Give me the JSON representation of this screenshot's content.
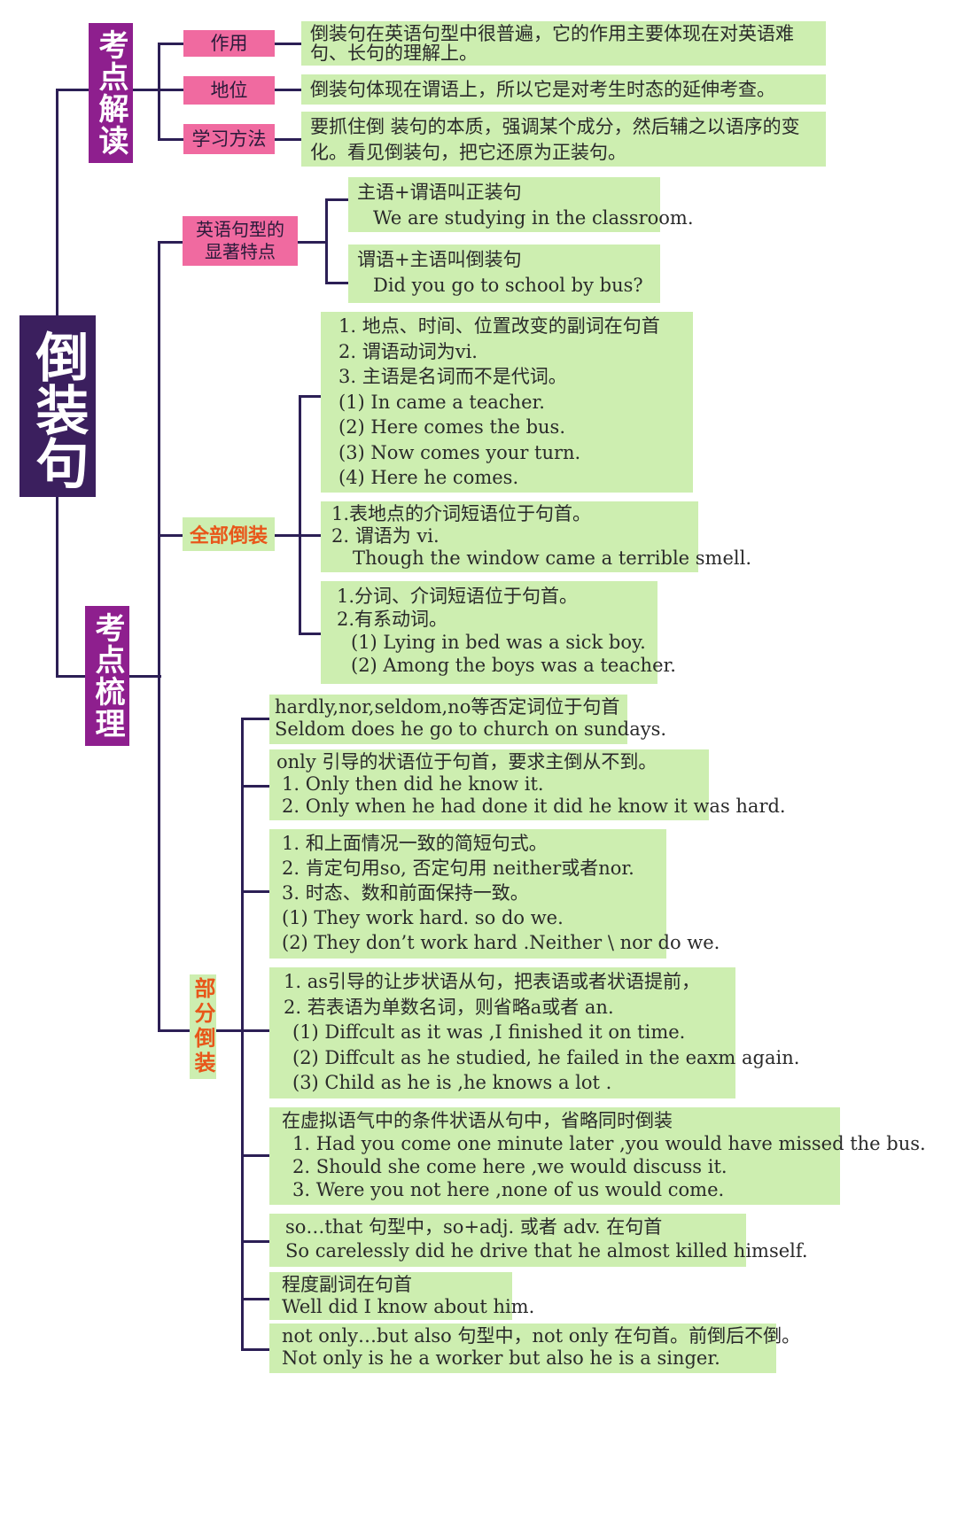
{
  "root": {
    "label": "倒装句"
  },
  "section1": {
    "title": "考点解读",
    "items": [
      {
        "label": "作用",
        "text": [
          "倒装句在英语句型中很普遍，它的作用主要体现在对英语难",
          "句、长句的理解上。"
        ]
      },
      {
        "label": "地位",
        "text": [
          "倒装句体现在谓语上，所以它是对考生时态的延伸考查。"
        ]
      },
      {
        "label": "学习方法",
        "text": [
          "要抓住倒 装句的本质，强调某个成分，然后辅之以语序的变",
          "化。看见倒装句，把它还原为正装句。"
        ]
      }
    ]
  },
  "section2": {
    "title": "考点梳理",
    "features": {
      "label": "英语句型的显著特点",
      "boxes": [
        [
          "主语+谓语叫正装句",
          "We are studying in the classroom."
        ],
        [
          "谓语+主语叫倒装句",
          "Did you go to school by bus?"
        ]
      ]
    },
    "full": {
      "label": "全部倒装",
      "boxes": [
        [
          "1. 地点、时间、位置改变的副词在句首",
          "2. 谓语动词为vi.",
          "3. 主语是名词而不是代词。",
          "(1) In came a teacher.",
          "(2) Here comes the bus.",
          "(3) Now comes your turn.",
          "(4) Here he comes."
        ],
        [
          "1.表地点的介词短语位于句首。",
          "2. 谓语为 vi.",
          "Though the window came a terrible smell."
        ],
        [
          "1.分词、介词短语位于句首。",
          "2.有系动词。",
          "(1) Lying in bed was a sick boy.",
          "(2) Among the boys was a teacher."
        ]
      ]
    },
    "partial": {
      "label": "部分倒装",
      "boxes": [
        [
          "hardly,nor,seldom,no等否定词位于句首",
          "Seldom does he go to church on sundays."
        ],
        [
          "only 引导的状语位于句首，要求主倒从不到。",
          "1. Only then did he know it.",
          "2. Only when he had done it did he know it was hard."
        ],
        [
          "1. 和上面情况一致的简短句式。",
          "2. 肯定句用so, 否定句用 neither或者nor.",
          "3. 时态、数和前面保持一致。",
          "(1) They work hard. so do we.",
          "(2) They don’t work hard .Neither \\ nor do we."
        ],
        [
          "1. as引导的让步状语从句，把表语或者状语提前，",
          "2. 若表语为单数名词，则省略a或者 an.",
          "(1) Diffcult as it was ,I finished it on time.",
          "(2) Diffcult as he studied, he failed in the eaxm again.",
          "(3) Child as he is ,he knows a lot ."
        ],
        [
          "在虚拟语气中的条件状语从句中，省略同时倒装",
          "1.  Had you come one minute later ,you would have missed the bus.",
          "2.  Should she come here ,we would discuss it.",
          "3.  Were you not here ,none of  us would come."
        ],
        [
          "so…that 句型中，so+adj. 或者 adv. 在句首",
          "So carelessly did he drive that he almost killed himself."
        ],
        [
          "程度副词在句首",
          "Well did I know about him."
        ],
        [
          "not only…but also 句型中，not only 在句首。前倒后不倒。",
          "Not only is  he  a worker but also he is a singer."
        ]
      ]
    }
  },
  "colors": {
    "root": "#3b1f5e",
    "title": "#8e1f8e",
    "pink": "#f06aa0",
    "green": "#cdeeb0",
    "orange": "#e8561a",
    "line": "#2c1f55"
  }
}
